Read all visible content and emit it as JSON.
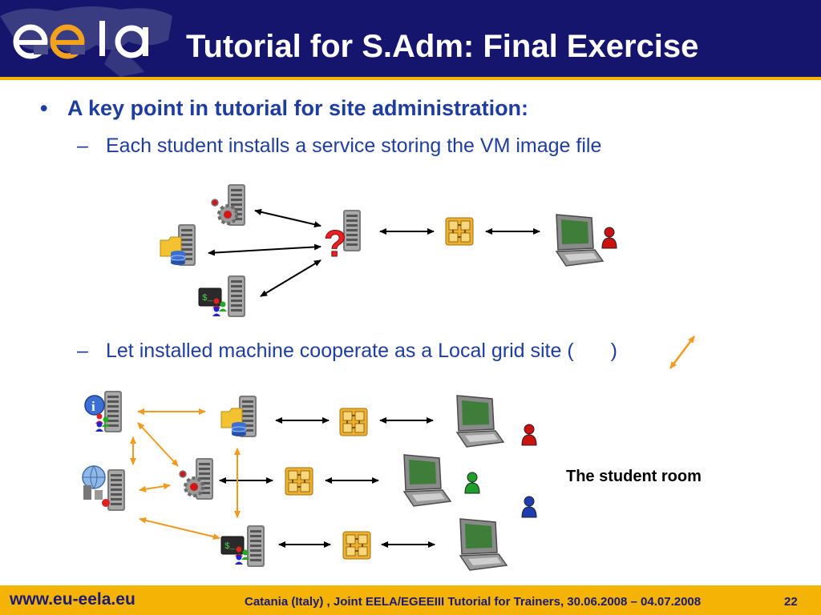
{
  "header": {
    "title": "Tutorial for S.Adm: Final Exercise",
    "logo_name": "eela-logo",
    "background_color": "#16156d"
  },
  "content": {
    "bullet1": "A key point in tutorial for site administration:",
    "sub1": "Each student installs a service storing the VM image file",
    "sub2": "Let installed machine cooperate as a Local grid site (",
    "sub2_end": ")",
    "bullet_marker": "•",
    "dash_marker": "–",
    "room_label": "The student room",
    "text_color": "#1f3d9e",
    "accent_arrow_color": "#f39a1e"
  },
  "diagram_icons": {
    "server_icon": "server-icon",
    "gear_icon": "gear-icon",
    "folder_icon": "folder-icon",
    "database_icon": "database-icon",
    "terminal_icon": "terminal-icon",
    "question_icon": "question-mark-icon",
    "grid_icon": "grid-middleware-icon",
    "workstation_icon": "workstation-icon",
    "user_icon": "user-icon",
    "info_icon": "info-icon",
    "globe_icon": "globe-icon"
  },
  "user_colors": [
    "#cc1111",
    "#1f9e2a",
    "#1f3db0"
  ],
  "footer": {
    "url": "www.eu-eela.eu",
    "event": "Catania (Italy) , Joint EELA/EGEEIII Tutorial for Trainers, 30.06.2008 – 04.07.2008",
    "page": "22",
    "background_color": "#f5b305"
  }
}
